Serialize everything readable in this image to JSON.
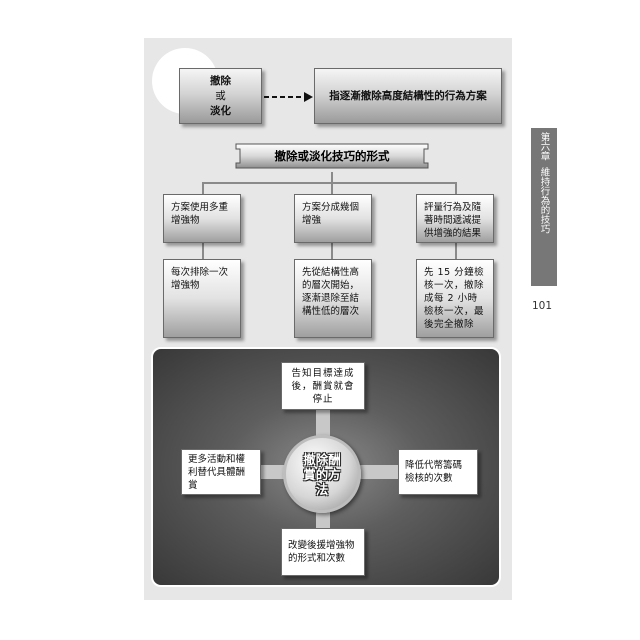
{
  "header": {
    "box_left_line1": "撤除",
    "box_left_line2": "或",
    "box_left_line3": "淡化",
    "box_right": "指逐漸撤除高度結構性的行為方案"
  },
  "banner": {
    "title": "撤除或淡化技巧的形式"
  },
  "columns": [
    {
      "top": "方案使用多重增強物",
      "bottom": "每次排除一次增強物"
    },
    {
      "top": "方案分成幾個增強",
      "bottom": "先從結構性高的層次開始，逐漸退除至結構性低的層次"
    },
    {
      "top": "評量行為及隨著時間遞減提供增強的結果",
      "bottom": "先 15 分鐘檢核一次，撤除成每 2 小時檢核一次，最後完全撤除"
    }
  ],
  "diagram": {
    "hub": "撤除酬賞的方法",
    "top": "告知目標達成後，酬賞就會停止",
    "left": "更多活動和權利替代具體酬賞",
    "right": "降低代幣籌碼檢核的次數",
    "bottom": "改變後援增強物的形式和次數"
  },
  "sidebar": {
    "chapter": "第六章",
    "title": "維持行為的技巧"
  },
  "page_number": "101"
}
